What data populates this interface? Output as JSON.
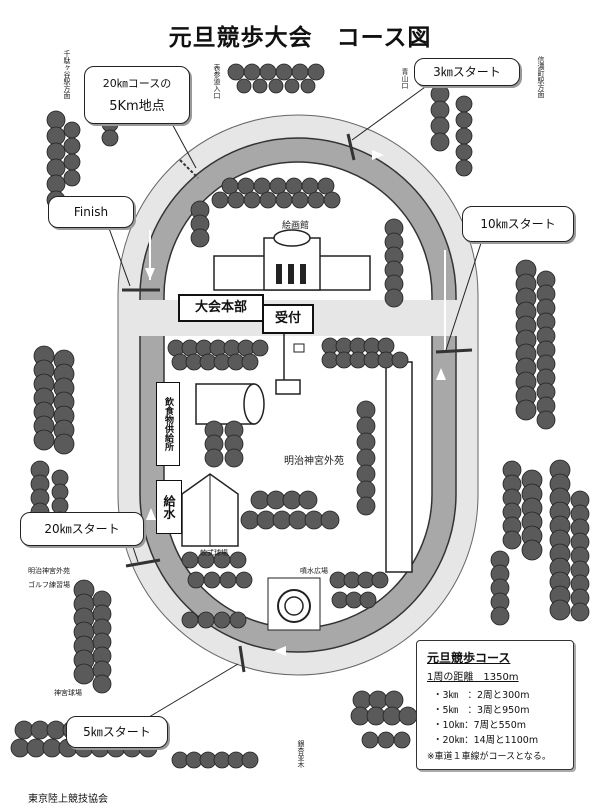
{
  "title": "元旦競歩大会　コース図",
  "callouts": {
    "km20_5": [
      "20㎞コースの",
      "5Km地点"
    ],
    "km3": "3㎞スタート",
    "finish": "Finish",
    "km10": "10㎞スタート",
    "km20": "20㎞スタート",
    "km5": "5㎞スタート"
  },
  "buildings": {
    "gallery": "絵画館",
    "hq": "大会本部",
    "reception": "受付",
    "drinks_stand": "飲食物供給所",
    "water": "給水",
    "park": "明治神宮外苑"
  },
  "small_labels": {
    "top_left_gate": "千駄ヶ谷駅方面",
    "top_mid": "表参道入口",
    "top_mid2": "青山口",
    "top_right": "信濃町駅方面",
    "lower_left1": "明治神宮外苑",
    "lower_left2": "ゴルフ練習場",
    "left_bottom": "神宮球場",
    "lower_center": "軟式球場",
    "lower_center2": "噴水広場",
    "bottom_trees": "銀杏並木"
  },
  "legend": {
    "title": "元旦競歩コース",
    "subtitle": "1周の距離　1350m",
    "items": [
      "・3㎞　：2周と300m",
      "・5㎞　：3周と950m",
      "・10㎞：7周と550m",
      "・20㎞：14周と1100m"
    ],
    "note": "※車道１車線がコースとなる。"
  },
  "footer": "東京陸上競技協会",
  "colors": {
    "tree": "#5a5a5a",
    "track": "#a8a8a8",
    "outer": "#e6e6e6"
  }
}
